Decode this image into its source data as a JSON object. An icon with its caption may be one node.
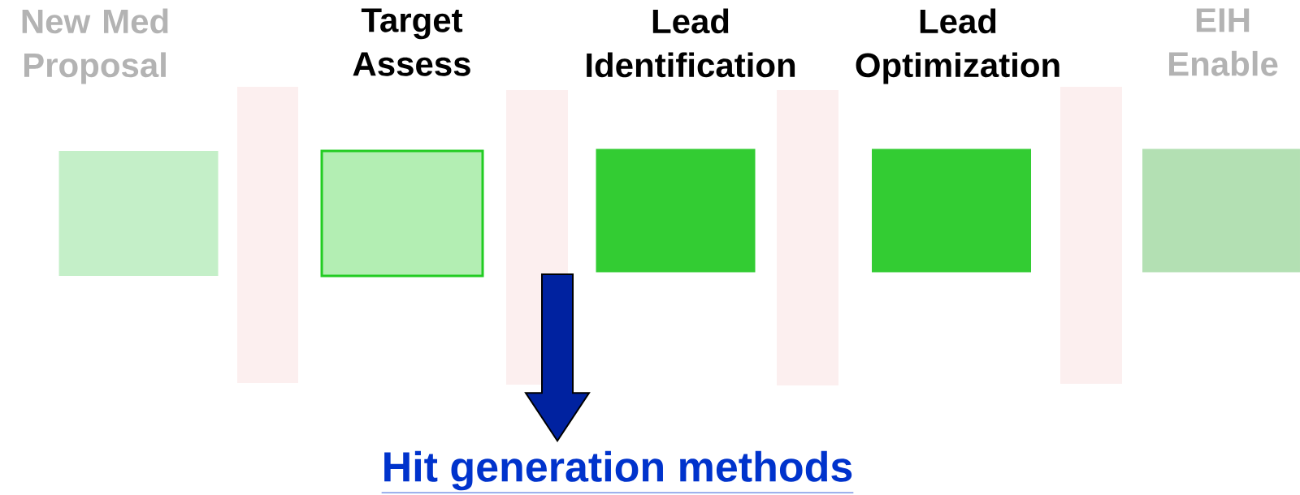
{
  "diagram": {
    "nodes": [
      {
        "text": [
          "New Med Proposal"
        ]
      },
      {
        "text": [],
        "shape": "bar"
      },
      {
        "text": [
          "Target Assess"
        ]
      },
      {
        "text": [],
        "shape": "bar"
      },
      {
        "text": [
          "Lead Identification"
        ]
      },
      {
        "text": [],
        "shape": "bar"
      },
      {
        "text": [
          "Lead Optimization"
        ]
      },
      {
        "text": [],
        "shape": "bar"
      },
      {
        "text": [
          "EIH Enable"
        ]
      },
      {
        "text": [
          "Hit generation methods"
        ]
      }
    ],
    "edges": [
      {
        "from": null,
        "to": 9,
        "arrow": "to"
      }
    ]
  }
}
